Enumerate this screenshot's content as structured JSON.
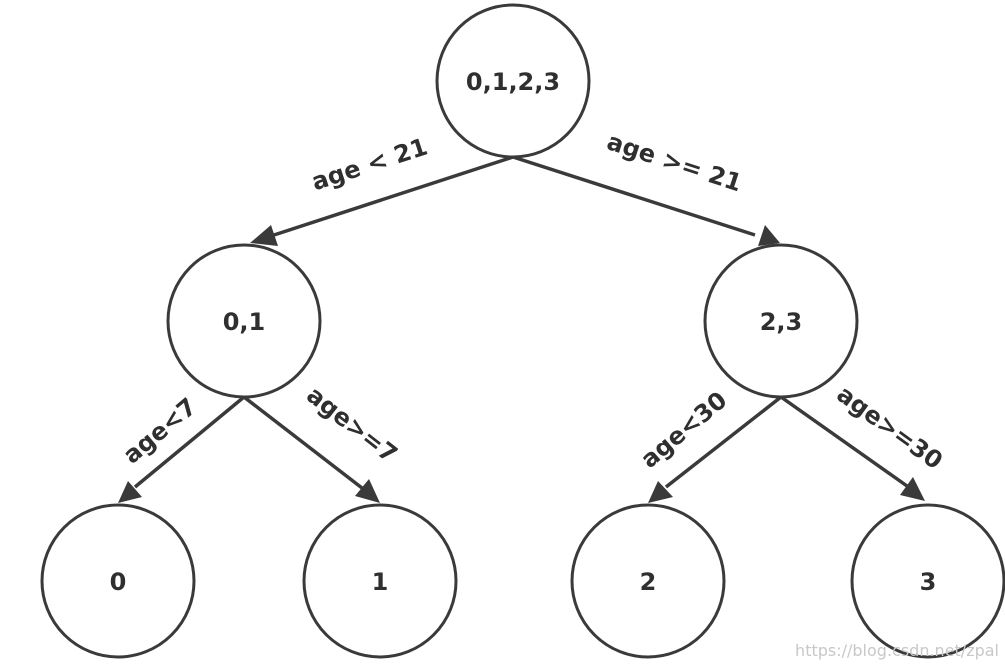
{
  "nodes": {
    "root": {
      "label": "0,1,2,3"
    },
    "left": {
      "label": "0,1"
    },
    "right": {
      "label": "2,3"
    },
    "leaf0": {
      "label": "0"
    },
    "leaf1": {
      "label": "1"
    },
    "leaf2": {
      "label": "2"
    },
    "leaf3": {
      "label": "3"
    }
  },
  "edges": {
    "root_left": {
      "label": "age < 21"
    },
    "root_right": {
      "label": "age >= 21"
    },
    "left_leaf0": {
      "label": "age<7"
    },
    "left_leaf1": {
      "label": "age>=7"
    },
    "right_leaf2": {
      "label": "age<30"
    },
    "right_leaf3": {
      "label": "age>=30"
    }
  },
  "watermark": "https://blog.csdn.net/zpal",
  "colors": {
    "stroke": "#3a3a3a",
    "text": "#2f2f2f",
    "watermark": "#c8c8c8"
  }
}
